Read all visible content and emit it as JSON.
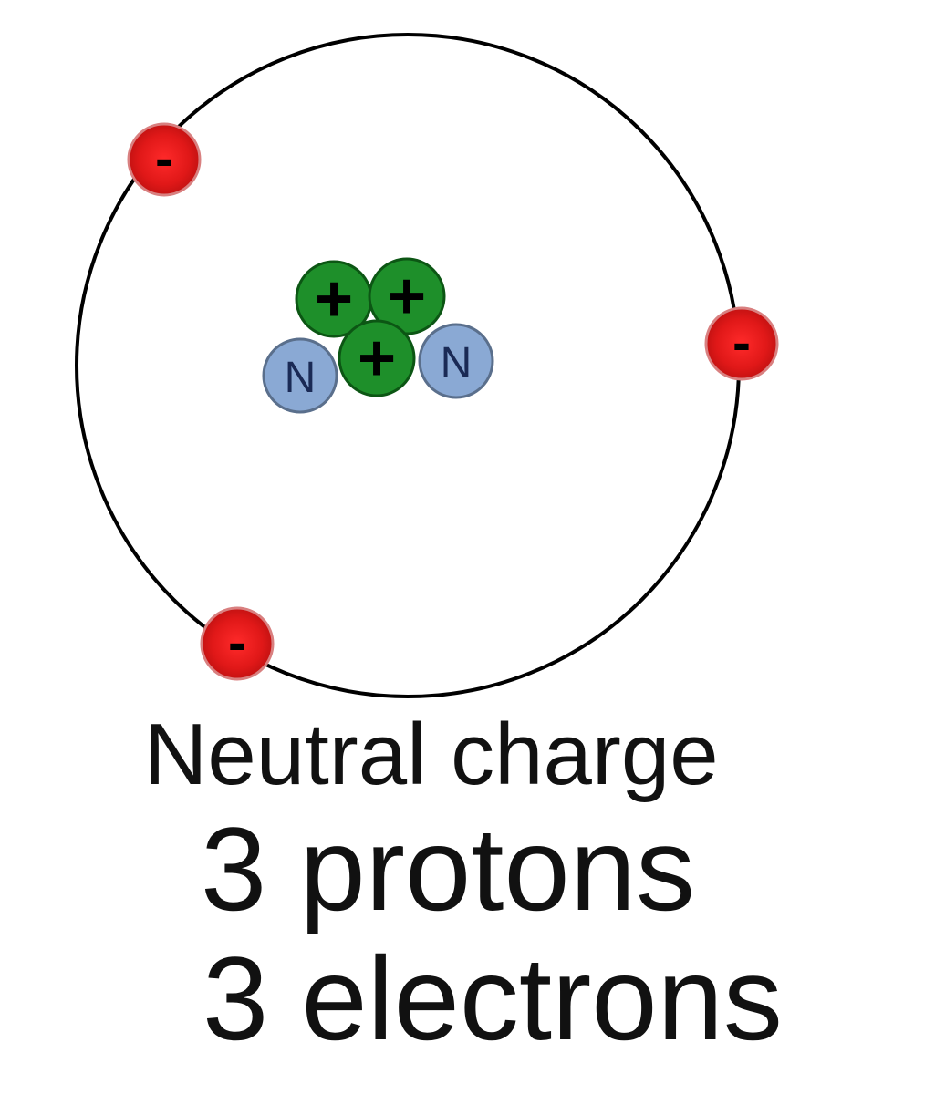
{
  "diagram": {
    "nucleus": {
      "protons": [
        {
          "symbol": "+"
        },
        {
          "symbol": "+"
        },
        {
          "symbol": "+"
        }
      ],
      "neutrons": [
        {
          "symbol": "N"
        },
        {
          "symbol": "N"
        }
      ]
    },
    "electrons": [
      {
        "symbol": "-"
      },
      {
        "symbol": "-"
      },
      {
        "symbol": "-"
      }
    ],
    "colors": {
      "proton": "#1e8f2a",
      "neutron": "#8aa9d4",
      "electron": "#e01818",
      "orbit": "#000000"
    }
  },
  "caption": {
    "title": "Neutral charge",
    "protons": "3 protons",
    "electrons": "3 electrons"
  }
}
